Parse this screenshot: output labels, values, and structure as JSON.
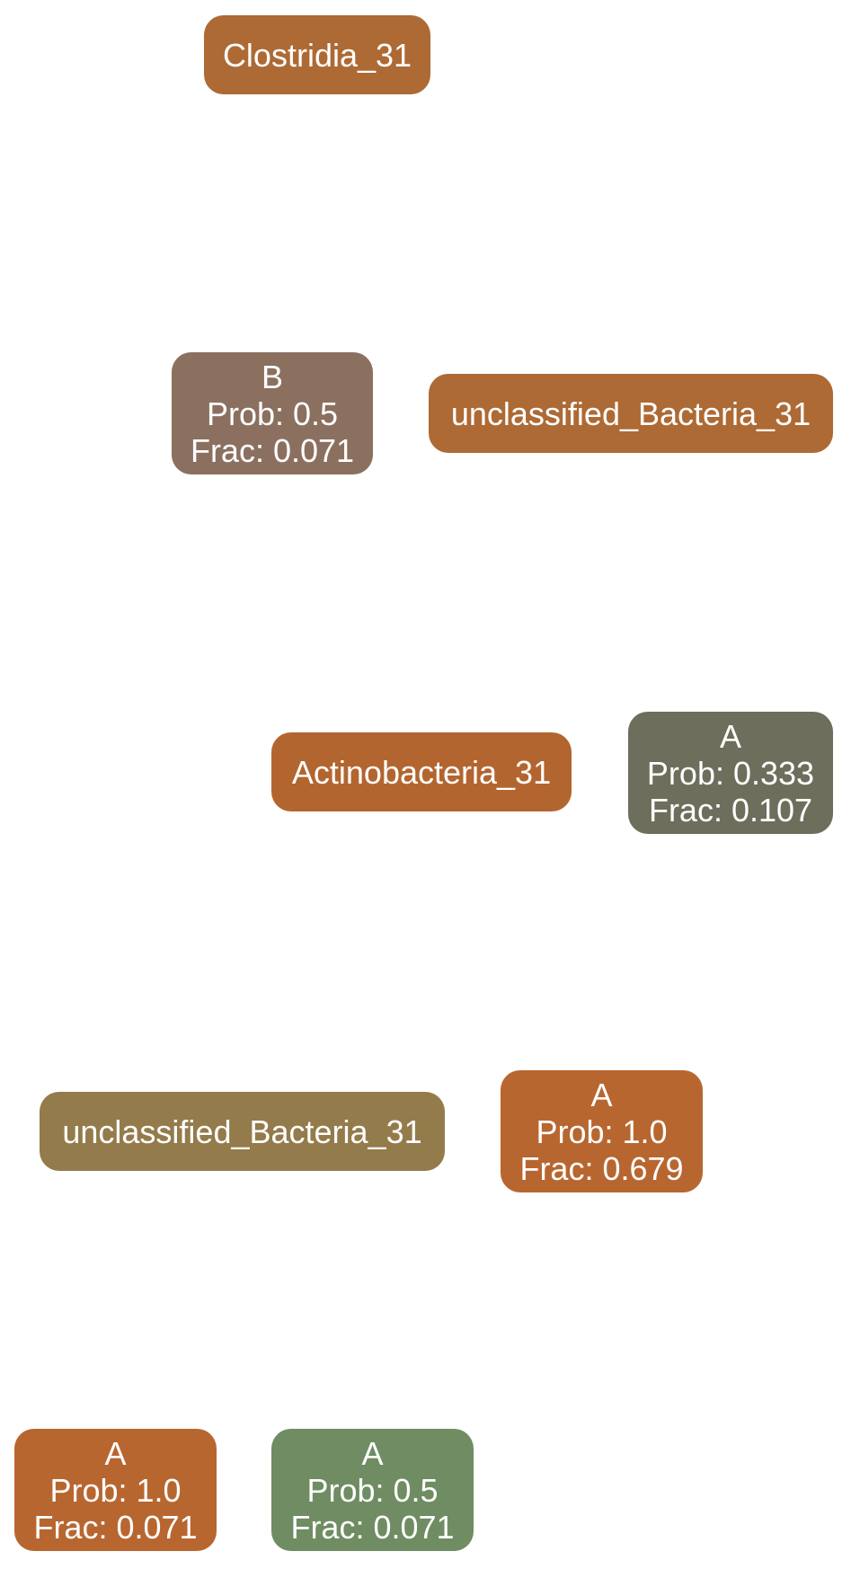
{
  "colors": {
    "orange_brown": "#AD6A35",
    "taupe": "#8B7060",
    "burnt_orange": "#B3652F",
    "slate_olive": "#6D6E5B",
    "khaki": "#947B4B",
    "orange": "#B86630",
    "sage_green": "#6F8C62"
  },
  "nodes": {
    "clostridia": {
      "label": "Clostridia_31",
      "color": "#AD6A35"
    },
    "b_node": {
      "name": "B",
      "prob": "Prob: 0.5",
      "frac": "Frac: 0.071",
      "color": "#8B7060"
    },
    "unclass_top": {
      "label": "unclassified_Bacteria_31",
      "color": "#AD6A35"
    },
    "actino": {
      "label": "Actinobacteria_31",
      "color": "#B3652F"
    },
    "a_0333": {
      "name": "A",
      "prob": "Prob: 0.333",
      "frac": "Frac: 0.107",
      "color": "#6D6E5B"
    },
    "unclass_mid": {
      "label": "unclassified_Bacteria_31",
      "color": "#947B4B"
    },
    "a_10_0679": {
      "name": "A",
      "prob": "Prob: 1.0",
      "frac": "Frac: 0.679",
      "color": "#B86630"
    },
    "a_10_0071": {
      "name": "A",
      "prob": "Prob: 1.0",
      "frac": "Frac: 0.071",
      "color": "#B86630"
    },
    "a_05_0071": {
      "name": "A",
      "prob": "Prob: 0.5",
      "frac": "Frac: 0.071",
      "color": "#6F8C62"
    }
  }
}
